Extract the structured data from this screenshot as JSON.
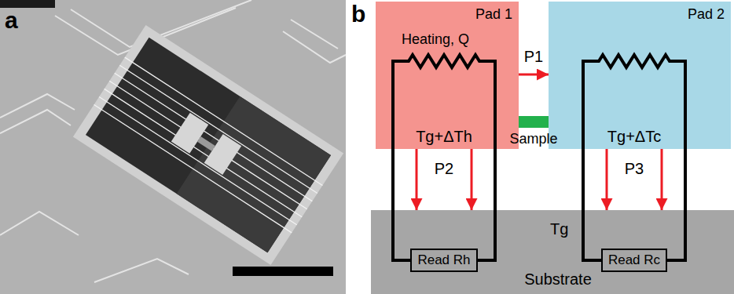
{
  "diagram": {
    "nodes": [
      {
        "text": [
          "Pad 1",
          "Heating, Q",
          "Tg+ΔTh"
        ]
      },
      {
        "text": [
          "Sample"
        ]
      },
      {
        "text": [
          "Pad 2",
          "Tg+ΔTc"
        ]
      },
      {
        "text": [
          "Tg",
          "Substrate"
        ]
      },
      {
        "text": [
          "Read Rh"
        ],
        "in": 3
      },
      {
        "text": [
          "Read Rc"
        ],
        "in": 3
      }
    ],
    "edges": [
      {
        "from": 0,
        "to": 2,
        "arrow": "to",
        "label": "P1"
      },
      {
        "from": 0,
        "to": 3,
        "arrow": "to",
        "label": "P2"
      },
      {
        "from": 0,
        "to": 3,
        "arrow": "to"
      },
      {
        "from": 2,
        "to": 3,
        "arrow": "to",
        "label": "P3"
      },
      {
        "from": 2,
        "to": 3,
        "arrow": "to"
      }
    ],
    "labels": [
      "a",
      "b"
    ]
  }
}
